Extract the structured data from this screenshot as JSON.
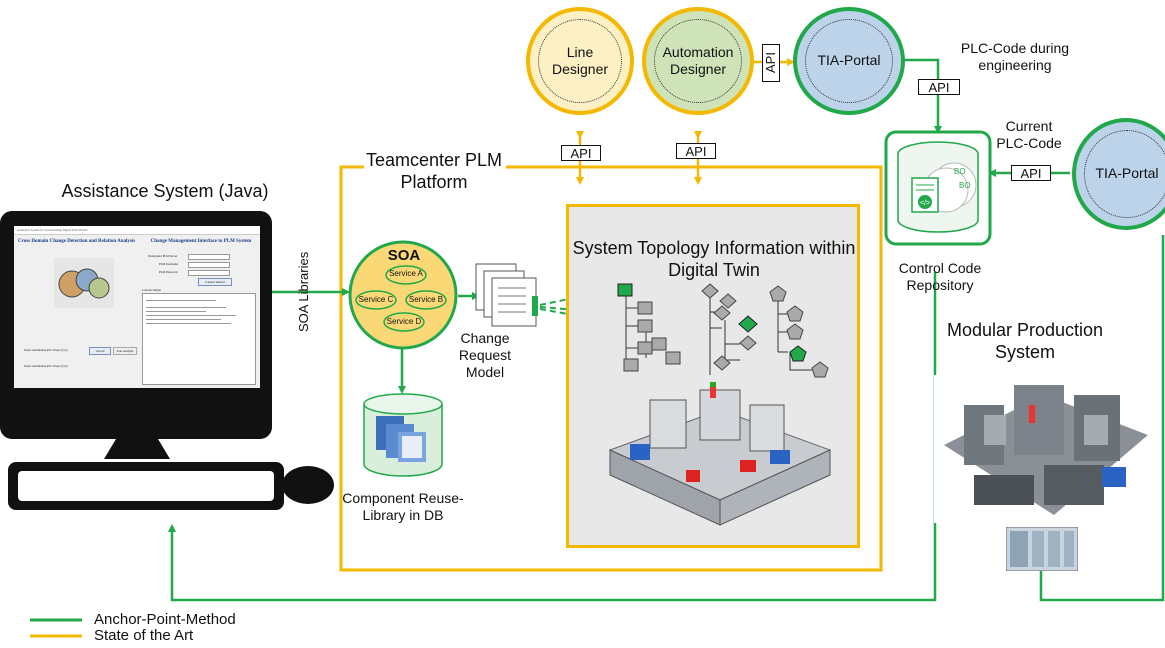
{
  "colors": {
    "anchor_green": "#20a84a",
    "state_yellow": "#f5b800",
    "line_designer_fill": "#fdf0c4",
    "automation_designer_fill": "#cfe3b8",
    "tia_fill": "#bcd3ea",
    "digital_twin_bg": "#e8e8e8"
  },
  "assistance": {
    "title": "Assistance System (Java)",
    "screen": {
      "window_title": "Assistance System for Synchronizing Digital Twin Models",
      "left_heading": "Cross Domain Change Detection and Relation Analysis",
      "right_heading": "Change Management Interface to PLM System",
      "field1": "Teamcenter PLM Server",
      "field2": "PLM Username",
      "field3": "PLM Password",
      "connect_button": "Connect Indexer",
      "console_label": "Console Output",
      "row1": "Select Automation PLC Project (v1)",
      "row2": "Select Automation PLC Project (v2)",
      "upload_button": "Upload",
      "start_button": "Start Analysis"
    }
  },
  "links": {
    "soa_libraries": "SOA Libraries",
    "api": "API"
  },
  "plm": {
    "title": "Teamcenter PLM Platform",
    "soa": {
      "title": "SOA",
      "services": [
        "Service A",
        "Service B",
        "Service C",
        "Service D"
      ]
    },
    "change_request_model": "Change Request Model",
    "component_library": "Component Reuse-Library in DB",
    "digital_twin_title": "System Topology Information within Digital Twin"
  },
  "tools": {
    "line_designer": "Line Designer",
    "automation_designer": "Automation Designer",
    "tia_portal_top": "TIA-Portal",
    "tia_portal_right": "TIA-Portal"
  },
  "repository": {
    "label": "Control Code Repository",
    "plc_code_engineering": "PLC-Code during engineering",
    "current_plc_code": "Current PLC-Code"
  },
  "production": {
    "title": "Modular Production System"
  },
  "legend": [
    {
      "label": "Anchor-Point-Method",
      "color": "#20a84a"
    },
    {
      "label": "State of the Art",
      "color": "#f5b800"
    }
  ]
}
